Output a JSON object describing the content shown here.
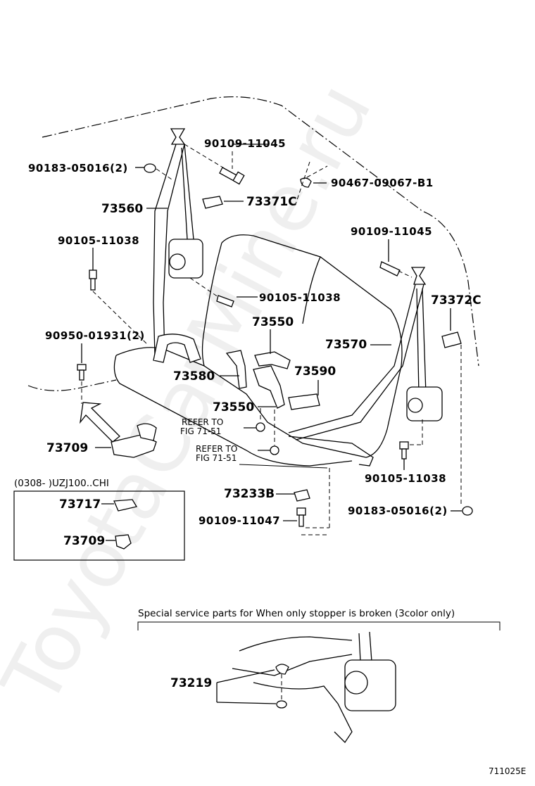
{
  "watermark": "ToyotaCarMine.ru",
  "figure_code": "711025E",
  "callouts": {
    "c_90109_11045_a": "90109-11045",
    "c_90183_05016_a": "90183-05016(2)",
    "c_90467": "90467-09067-B1",
    "c_73560": "73560",
    "c_73371C": "73371C",
    "c_90105_11038_a": "90105-11038",
    "c_90109_11045_b": "90109-11045",
    "c_90105_11038_b": "90105-11038",
    "c_73372C": "73372C",
    "c_73550_a": "73550",
    "c_73570": "73570",
    "c_90950": "90950-01931(2)",
    "c_73580": "73580",
    "c_73590": "73590",
    "c_73550_b": "73550",
    "c_73709_a": "73709",
    "c_refer_a1": "REFER TO",
    "c_refer_a2": "FIG 71-51",
    "c_refer_b1": "REFER TO",
    "c_refer_b2": "FIG 71-51",
    "c_90105_11038_c": "90105-11038",
    "c_73233B": "73233B",
    "c_90109_11047": "90109-11047",
    "c_90183_05016_b": "90183-05016(2)"
  },
  "inset": {
    "header": "(0308-      )UZJ100..CHI",
    "c_73717": "73717",
    "c_73709": "73709"
  },
  "special": {
    "header": "Special service parts for When only stopper is broken (3color only)",
    "c_73219": "73219"
  }
}
